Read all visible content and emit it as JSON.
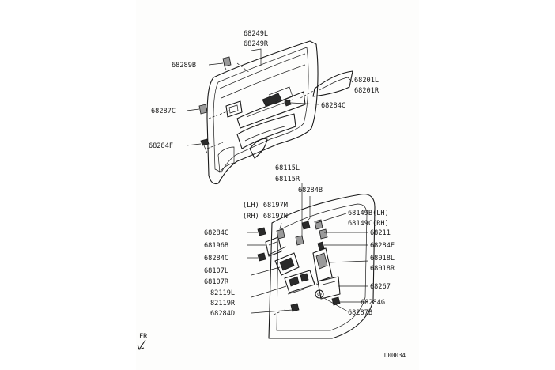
{
  "diagram": {
    "code": "D00034",
    "orientation": "FR",
    "labels": [
      {
        "id": "68249L",
        "text": "68249L"
      },
      {
        "id": "68249R",
        "text": "68249R"
      },
      {
        "id": "68289B",
        "text": "68289B"
      },
      {
        "id": "68201L",
        "text": "68201L"
      },
      {
        "id": "68201R",
        "text": "68201R"
      },
      {
        "id": "68287C",
        "text": "68287C"
      },
      {
        "id": "68284C_top",
        "text": "68284C"
      },
      {
        "id": "68284F",
        "text": "68284F"
      },
      {
        "id": "68115L",
        "text": "68115L"
      },
      {
        "id": "68115R",
        "text": "68115R"
      },
      {
        "id": "68284B",
        "text": "68284B"
      },
      {
        "id": "68197M",
        "text": "(LH) 68197M"
      },
      {
        "id": "68197N",
        "text": "(RH) 68197N"
      },
      {
        "id": "68149B",
        "text": "68149B(LH)"
      },
      {
        "id": "68149C",
        "text": "68149C(RH)"
      },
      {
        "id": "68284C_a",
        "text": "68284C"
      },
      {
        "id": "68211",
        "text": "68211"
      },
      {
        "id": "68196B",
        "text": "68196B"
      },
      {
        "id": "68284E",
        "text": "68284E"
      },
      {
        "id": "68284C_b",
        "text": "68284C"
      },
      {
        "id": "68018L",
        "text": "68018L"
      },
      {
        "id": "68018R",
        "text": "68018R"
      },
      {
        "id": "68107L",
        "text": "68107L"
      },
      {
        "id": "68107R",
        "text": "68107R"
      },
      {
        "id": "68267",
        "text": "68267"
      },
      {
        "id": "82119L",
        "text": "82119L"
      },
      {
        "id": "82119R",
        "text": "82119R"
      },
      {
        "id": "68284G",
        "text": "68284G"
      },
      {
        "id": "68284D",
        "text": "68284D"
      },
      {
        "id": "68287B",
        "text": "68287B"
      }
    ]
  }
}
